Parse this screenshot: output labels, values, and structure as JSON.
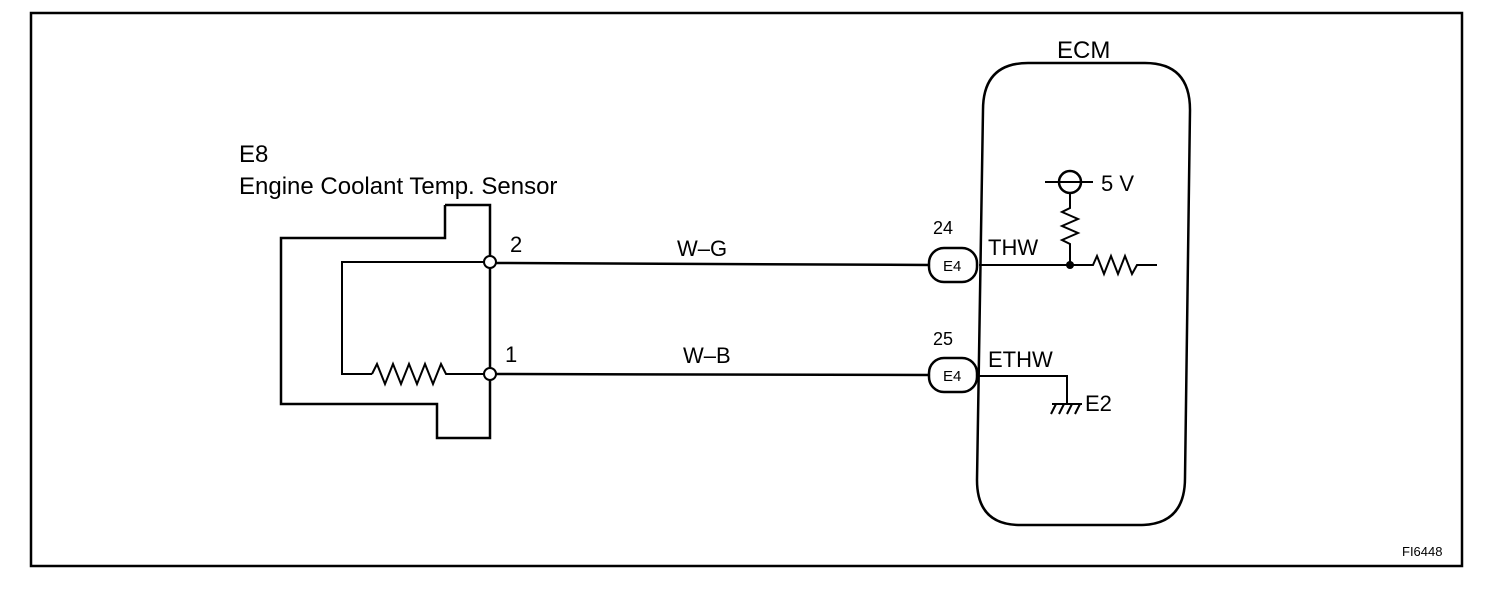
{
  "sensor": {
    "code": "E8",
    "name": "Engine Coolant Temp. Sensor",
    "pin_top": "2",
    "pin_bottom": "1"
  },
  "wires": {
    "top_color": "W–G",
    "bottom_color": "W–B"
  },
  "connectors": {
    "top": {
      "pin": "24",
      "label": "E4"
    },
    "bottom": {
      "pin": "25",
      "label": "E4"
    }
  },
  "ecm": {
    "title": "ECM",
    "thw": "THW",
    "ethw": "ETHW",
    "supply": "5 V",
    "ground": "E2"
  },
  "figure_code": "FI6448"
}
